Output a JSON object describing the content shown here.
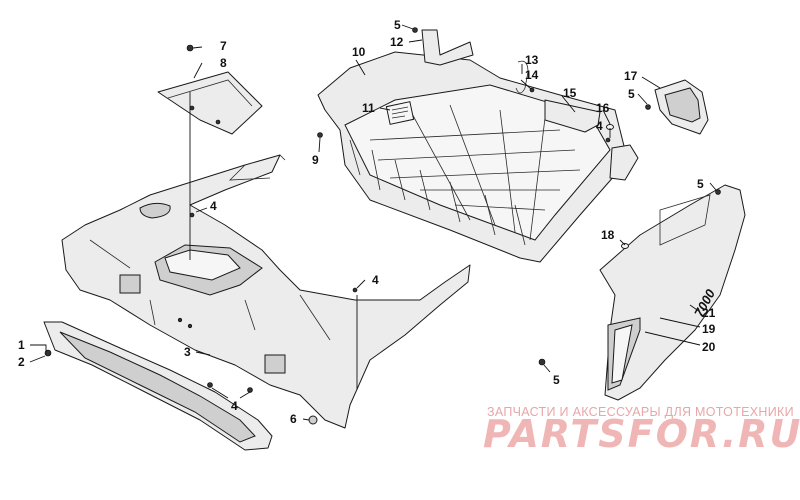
{
  "callouts": [
    {
      "id": "1",
      "label": "1"
    },
    {
      "id": "2",
      "label": "2"
    },
    {
      "id": "3",
      "label": "3"
    },
    {
      "id": "4a",
      "label": "4"
    },
    {
      "id": "4b",
      "label": "4"
    },
    {
      "id": "4c",
      "label": "4"
    },
    {
      "id": "4d",
      "label": "4"
    },
    {
      "id": "5a",
      "label": "5"
    },
    {
      "id": "5b",
      "label": "5"
    },
    {
      "id": "5c",
      "label": "5"
    },
    {
      "id": "5d",
      "label": "5"
    },
    {
      "id": "6",
      "label": "6"
    },
    {
      "id": "7",
      "label": "7"
    },
    {
      "id": "8",
      "label": "8"
    },
    {
      "id": "9",
      "label": "9"
    },
    {
      "id": "10",
      "label": "10"
    },
    {
      "id": "11",
      "label": "11"
    },
    {
      "id": "12",
      "label": "12"
    },
    {
      "id": "13",
      "label": "13"
    },
    {
      "id": "14",
      "label": "14"
    },
    {
      "id": "15",
      "label": "15"
    },
    {
      "id": "16",
      "label": "16"
    },
    {
      "id": "17",
      "label": "17"
    },
    {
      "id": "18",
      "label": "18"
    },
    {
      "id": "19",
      "label": "19"
    },
    {
      "id": "20",
      "label": "20"
    },
    {
      "id": "21",
      "label": "21"
    }
  ],
  "decal_text": "7000",
  "watermark": {
    "tagline": "ЗАПЧАСТИ И АКСЕССУАРЫ ДЛЯ МОТОТЕХНИКИ",
    "brand": "PARTSFOR.RU"
  }
}
